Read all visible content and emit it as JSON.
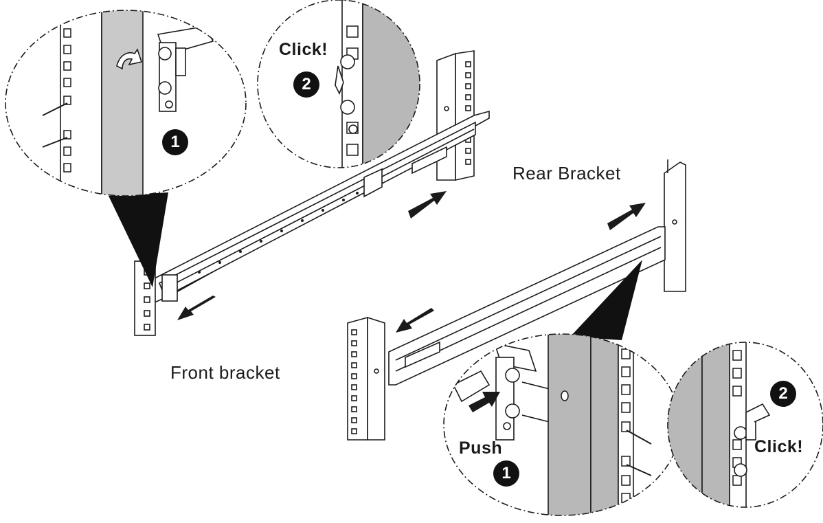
{
  "labels": {
    "front_bracket": "Front bracket",
    "rear_bracket": "Rear Bracket",
    "click_top": "Click!",
    "click_bottom": "Click!",
    "push": "Push"
  },
  "steps": {
    "top_left_1": "1",
    "top_mid_2": "2",
    "bottom_mid_1": "1",
    "bottom_right_2": "2"
  },
  "colors": {
    "ink": "#1a1a1a",
    "rail_gray": "#b3b3b3",
    "post_gray": "#c8c8c8",
    "dark_cone": "#111111"
  }
}
